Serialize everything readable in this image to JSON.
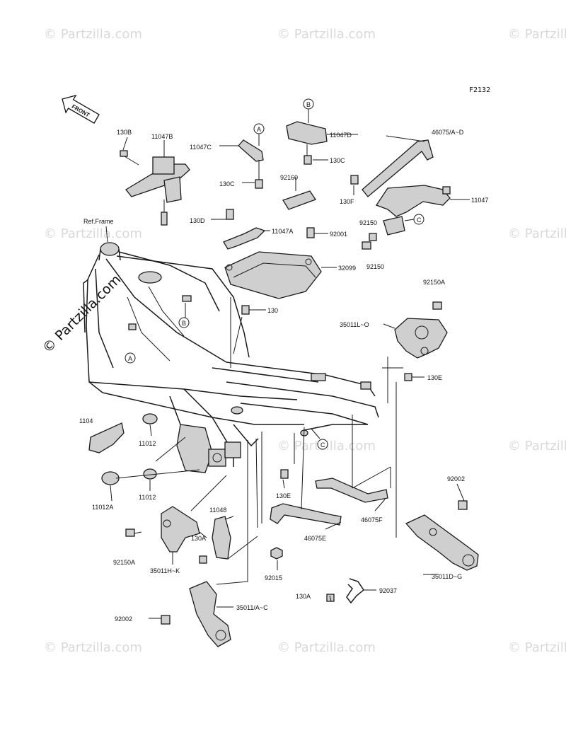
{
  "figure_code": "F2132",
  "front_arrow_text": "FRONT",
  "ref_frame_label": "Ref.Frame",
  "copyright": "© Partzilla.com",
  "watermark": "© Partzilla.com",
  "callouts": [
    "A",
    "B",
    "C",
    "A",
    "B",
    "C"
  ],
  "labels": {
    "l130B": "130B",
    "l11047B": "11047B",
    "l11047C": "11047C",
    "l130C_1": "130C",
    "l11047D": "11047D",
    "l130C_2": "130C",
    "l46075": "46075/A~D",
    "l92160": "92160",
    "l130F": "130F",
    "l11047": "11047",
    "l130D": "130D",
    "l11047A": "11047A",
    "l92001": "92001",
    "l92150_1": "92150",
    "l92150_2": "92150",
    "l32099": "32099",
    "l130": "130",
    "l92150A_1": "92150A",
    "l35011L": "35011L~O",
    "l130E_1": "130E",
    "l110xx": "1104",
    "l11012_1": "11012",
    "l11012_2": "11012",
    "l11012A": "11012A",
    "l130E_2": "130E",
    "l92002_1": "92002",
    "l46075F": "46075F",
    "l46075E": "46075E",
    "l11048": "11048",
    "l130A_1": "130A",
    "l92150A_2": "92150A",
    "l35011HK": "35011H~K",
    "l92015": "92015",
    "l35011DG": "35011D~G",
    "l92037": "92037",
    "l130A_2": "130A",
    "l92002_2": "92002",
    "l35011AC": "35011/A~C"
  }
}
